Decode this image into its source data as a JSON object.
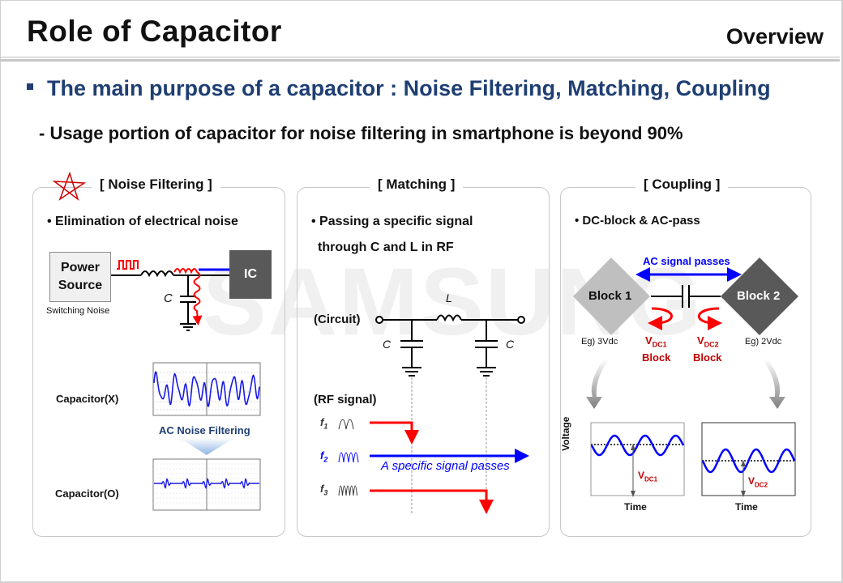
{
  "header": {
    "title": "Role of Capacitor",
    "section": "Overview"
  },
  "headline": "The main purpose of a capacitor : Noise Filtering, Matching, Coupling",
  "subpoint": "-  Usage portion of capacitor for noise filtering in smartphone is beyond 90%",
  "watermark": "SAMSUNG",
  "colors": {
    "headline": "#1f3f73",
    "signal_red": "#ff0000",
    "signal_blue": "#0000ff",
    "dark_red_text": "#c00000",
    "block1": "#bfbfbf",
    "block2": "#595959"
  },
  "panels": {
    "noise_filtering": {
      "title": "[ Noise Filtering ]",
      "bullet": "Elimination of electrical noise",
      "power_source": [
        "Power",
        "Source"
      ],
      "ic": "IC",
      "capacitor_label": "C",
      "switching_noise": "Switching Noise",
      "capacitor_x": "Capacitor(X)",
      "capacitor_o": "Capacitor(O)",
      "ac_filtering": "AC Noise Filtering",
      "star_icon": "red-star-icon"
    },
    "matching": {
      "title": "[ Matching ]",
      "bullet_line1": "Passing a specific signal",
      "bullet_line2": "through C and L in RF",
      "inductor_label": "L",
      "capacitor_label": "C",
      "circuit_label": "(Circuit)",
      "rf_label": "(RF signal)",
      "frequencies": [
        "f1",
        "f2",
        "f3"
      ],
      "pass_text": "A specific signal passes"
    },
    "coupling": {
      "title": "[ Coupling ]",
      "bullet": "DC-block & AC-pass",
      "ac_passes": "AC signal passes",
      "block1": "Block 1",
      "block2": "Block 2",
      "eg1": "Eg) 3Vdc",
      "eg2": "Eg) 2Vdc",
      "vdc1": "V",
      "vdc1_sub": "DC1",
      "vdc2": "V",
      "vdc2_sub": "DC2",
      "block_word": "Block",
      "voltage_axis": "Voltage",
      "time_axis": "Time"
    }
  }
}
